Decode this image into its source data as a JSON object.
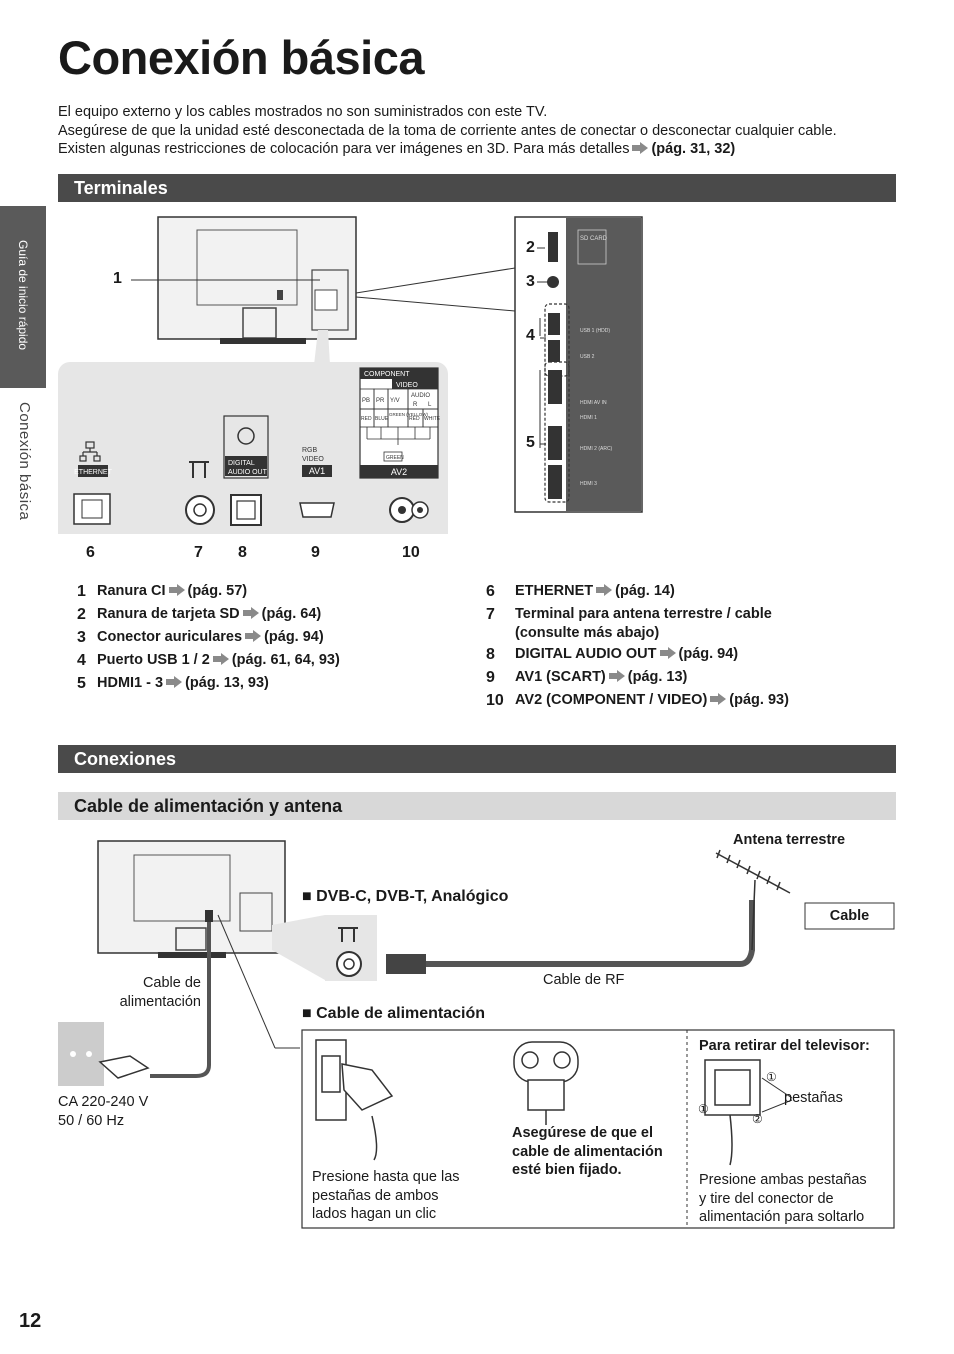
{
  "page": {
    "title": "Conexión básica",
    "page_number": "12",
    "side_tab": {
      "section": "Guía de inicio rápido",
      "subsection": "Conexión básica"
    }
  },
  "intro": {
    "line1": "El equipo externo y los cables mostrados no son suministrados con este TV.",
    "line2": "Asegúrese de que la unidad esté desconectada de la toma de corriente antes de conectar o desconectar cualquier cable.",
    "line3": "Existen algunas restricciones de colocación para ver imágenes en 3D. Para más detalles",
    "line3_ref": "(pág. 31, 32)"
  },
  "terminales": {
    "heading": "Terminales",
    "callouts": [
      "1",
      "2",
      "3",
      "4",
      "5",
      "6",
      "7",
      "8",
      "9",
      "10"
    ],
    "panel_labels": {
      "ethernet": "ETHERNET",
      "digital_audio_out_1": "DIGITAL",
      "digital_audio_out_2": "AUDIO OUT",
      "rgb": "RGB",
      "video": "VIDEO",
      "av1": "AV1",
      "av2": "AV2",
      "component": "COMPONENT",
      "video2": "VIDEO",
      "audio": "AUDIO",
      "r": "R",
      "l": "L",
      "pb": "PB",
      "pr": "PR",
      "yv": "Y/V",
      "red": "RED",
      "blue": "BLUE",
      "green_yellow": "GREEN (YELLOW)",
      "white": "WHITE",
      "green": "GREEN",
      "sd_card": "SD CARD",
      "usb1": "USB 1 (HDD)",
      "usb2": "USB 2",
      "hdmi_av_in": "HDMI AV IN",
      "hdmi1": "HDMI 1",
      "hdmi2": "HDMI 2 (ARC)",
      "hdmi3": "HDMI 3"
    },
    "items_left": [
      {
        "num": "1",
        "label": "Ranura CI",
        "ref": "(pág. 57)"
      },
      {
        "num": "2",
        "label": "Ranura de tarjeta SD",
        "ref": "(pág. 64)"
      },
      {
        "num": "3",
        "label": "Conector auriculares",
        "ref": "(pág. 94)"
      },
      {
        "num": "4",
        "label": "Puerto USB 1 / 2",
        "ref": "(pág. 61, 64, 93)"
      },
      {
        "num": "5",
        "label": "HDMI1 - 3",
        "ref": "(pág. 13, 93)"
      }
    ],
    "items_right": [
      {
        "num": "6",
        "label": "ETHERNET",
        "ref": "(pág. 14)"
      },
      {
        "num": "7",
        "label": "Terminal para antena terrestre / cable",
        "label2": "(consulte más abajo)"
      },
      {
        "num": "8",
        "label": "DIGITAL AUDIO OUT",
        "ref": "(pág. 94)"
      },
      {
        "num": "9",
        "label": "AV1 (SCART)",
        "ref": "(pág. 13)"
      },
      {
        "num": "10",
        "label": "AV2 (COMPONENT / VIDEO)",
        "ref": "(pág. 93)"
      }
    ]
  },
  "conexiones": {
    "heading": "Conexiones",
    "subheading": "Cable de alimentación y antena",
    "antena": "Antena terrestre",
    "cable_box": "Cable",
    "dvb": "DVB-C, DVB-T, Analógico",
    "cable_rf": "Cable de RF",
    "cable_alim_1": "Cable de",
    "cable_alim_2": "alimentación",
    "ca_1": "CA 220-240 V",
    "ca_2": "50 / 60 Hz",
    "power_heading": "Cable de alimentación",
    "box1": {
      "l1": "Presione hasta que las",
      "l2": "pestañas de ambos",
      "l3": "lados hagan un clic"
    },
    "box2": {
      "l1": "Asegúrese de que el",
      "l2": "cable de alimentación",
      "l3": "esté bien fijado."
    },
    "box3": {
      "title": "Para retirar del televisor:",
      "tabs": "pestañas",
      "l1": "Presione ambas pestañas",
      "l2": "y tire del conector de",
      "l3": "alimentación para soltarlo",
      "m1": "①",
      "m2": "②"
    }
  },
  "colors": {
    "bar": "#4a4a4a",
    "subbar": "#d8d8d8",
    "panel": "#e6e6e6",
    "tv_dark": "#555555"
  }
}
